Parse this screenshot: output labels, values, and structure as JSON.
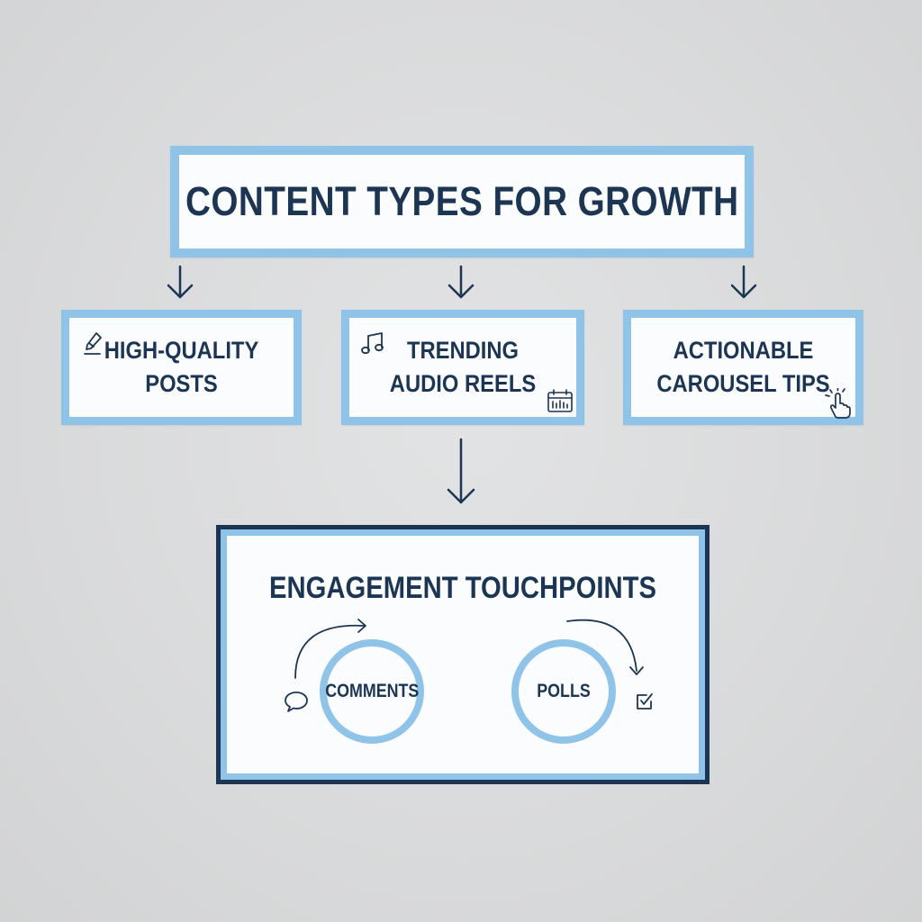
{
  "title": "CONTENT TYPES FOR GROWTH",
  "cards": [
    {
      "line1": "HIGH-QUALITY",
      "line2": "POSTS",
      "icon": "pen-icon"
    },
    {
      "line1": "TRENDING",
      "line2": "AUDIO REELS",
      "icon": "music-note-icon",
      "icon2": "audio-player-icon"
    },
    {
      "line1": "ACTIONABLE",
      "line2": "CAROUSEL TIPS",
      "icon": "tap-hand-icon"
    }
  ],
  "engagement": {
    "title": "ENGAGEMENT TOUCHPOINTS",
    "items": [
      {
        "label": "COMMENTS",
        "icon": "speech-bubble-icon"
      },
      {
        "label": "POLLS",
        "icon": "checkbox-icon"
      }
    ]
  },
  "colors": {
    "background": "#d9dadb",
    "light_blue": "#8fc3e8",
    "navy": "#1b3553",
    "box_fill": "#fbfcfd"
  }
}
